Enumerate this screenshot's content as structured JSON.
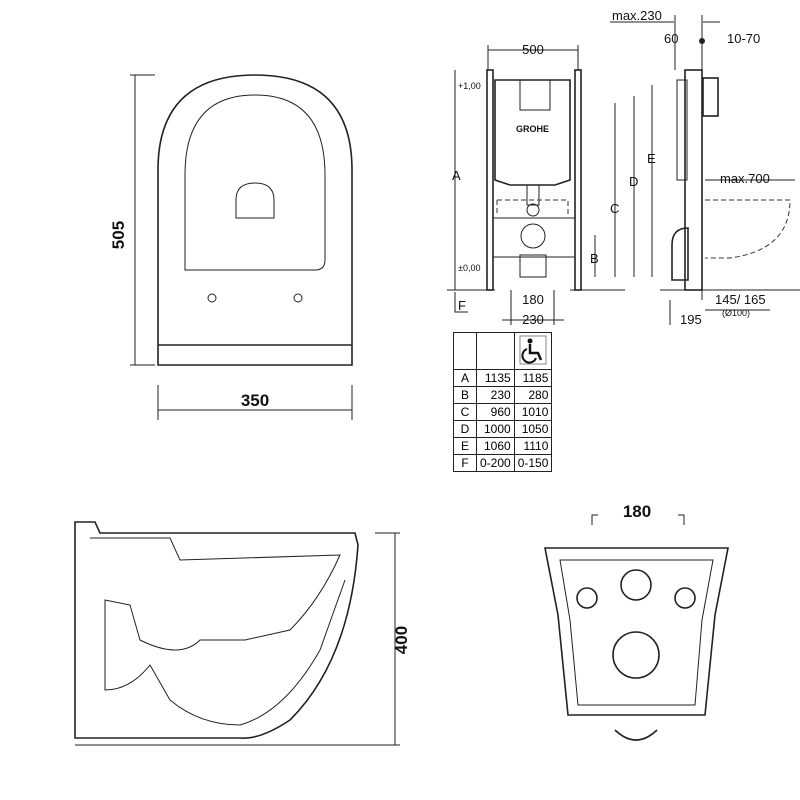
{
  "top_view": {
    "height_label": "505",
    "width_label": "350"
  },
  "frame_front": {
    "width_label": "500",
    "level_top": "+1,00",
    "level_bottom": "±0,00",
    "dim_labels": [
      "A",
      "B",
      "C",
      "D",
      "E",
      "F"
    ],
    "bottom_labels": [
      "180",
      "230"
    ],
    "brand": "GROHE"
  },
  "frame_side": {
    "max_depth": "max.230",
    "offset": "60",
    "wall": "10-70",
    "projection": "max.700",
    "bottom_left": "195",
    "bottom_right": "145/ 165",
    "pipe": "(Ø100)"
  },
  "table": {
    "header_icon": "wheelchair-icon",
    "rows": [
      {
        "key": "A",
        "std": "1135",
        "acc": "1185"
      },
      {
        "key": "B",
        "std": "230",
        "acc": "280"
      },
      {
        "key": "C",
        "std": "960",
        "acc": "1010"
      },
      {
        "key": "D",
        "std": "1000",
        "acc": "1050"
      },
      {
        "key": "E",
        "std": "1060",
        "acc": "1110"
      },
      {
        "key": "F",
        "std": "0-200",
        "acc": "0-150"
      }
    ]
  },
  "side_view": {
    "height_label": "400"
  },
  "bottom_view": {
    "width_label": "180"
  }
}
